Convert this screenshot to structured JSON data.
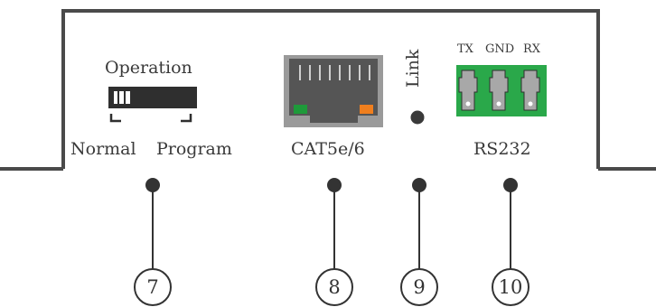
{
  "labels": {
    "operation": "Operation",
    "normal": "Normal",
    "program": "Program",
    "cat": "CAT5e/6",
    "link": "Link",
    "tx": "TX",
    "gnd": "GND",
    "rx": "RX",
    "rs232": "RS232"
  },
  "callouts": [
    "7",
    "8",
    "9",
    "10"
  ],
  "colors": {
    "outline": "#4a4a4a",
    "text": "#3a3a3a",
    "rj45_body": "#9a9a9a",
    "rj45_jack": "#555555",
    "led_left": "#1e9a3a",
    "led_right": "#f07f1e",
    "terminal_block": "#2aa84a",
    "terminal_slot": "#a8a8a8",
    "switch_body": "#2f2f2f"
  },
  "icons": {
    "switch": "dip-switch-icon",
    "port": "rj45-port-icon",
    "led": "link-led-icon",
    "terminal": "terminal-block-icon"
  }
}
